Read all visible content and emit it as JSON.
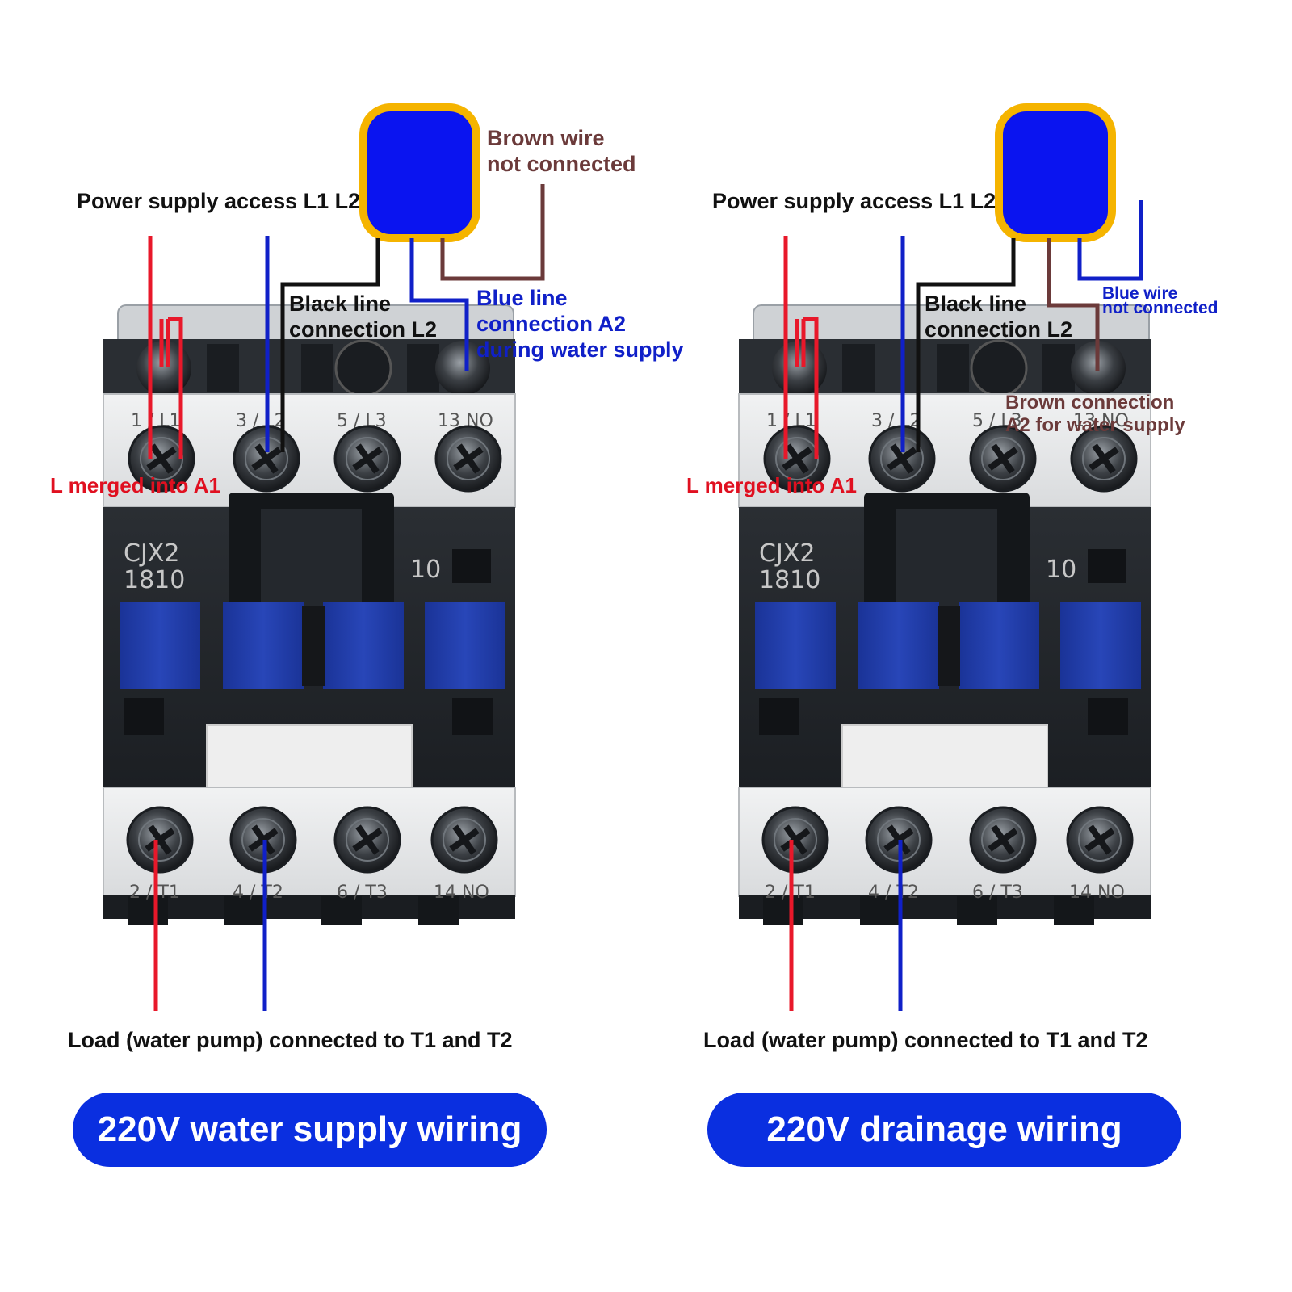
{
  "panels": [
    {
      "title": "220V water supply wiring",
      "power_label": "Power supply access L1 L2",
      "black_label": [
        "Black line",
        "connection L2"
      ],
      "side_label": [
        "Brown wire",
        "not connected"
      ],
      "a2_label": [
        "Blue line",
        "connection A2",
        "during water supply"
      ],
      "l_label": "L merged into A1",
      "load_label": "Load (water pump) connected to T1 and T2",
      "model": [
        "CJX2",
        "1810"
      ],
      "code": "10",
      "top_terminals": [
        "1/L1",
        "3/L2",
        "5/L3",
        "13 NO"
      ],
      "bottom_terminals": [
        "2/T1",
        "4/T2",
        "6/T3",
        "14 NO"
      ]
    },
    {
      "title": "220V drainage wiring",
      "power_label": "Power supply access L1 L2",
      "black_label": [
        "Black line",
        "connection L2"
      ],
      "side_label": [
        "Blue wire",
        "not connected"
      ],
      "a2_label": [
        "Brown connection",
        "A2 for water supply"
      ],
      "l_label": "L merged into A1",
      "load_label": "Load (water pump) connected to T1 and T2",
      "model": [
        "CJX2",
        "1810"
      ],
      "code": "10",
      "top_terminals": [
        "1/L1",
        "3/L2",
        "5/L3",
        "13 NO"
      ],
      "bottom_terminals": [
        "2/T1",
        "4/T2",
        "6/T3",
        "14 NO"
      ]
    }
  ],
  "colors": {
    "red_wire": "#e8182a",
    "blue_wire": "#1020c8",
    "black_wire": "#111111",
    "brown_wire": "#6b3a3a",
    "sensor_fill": "#0a14f0",
    "sensor_border": "#f5b400",
    "pill": "#0a2fe0",
    "body_dark": "#1f2328",
    "body_light": "#e4e6e8",
    "blue_button": "#1d3aa8"
  }
}
